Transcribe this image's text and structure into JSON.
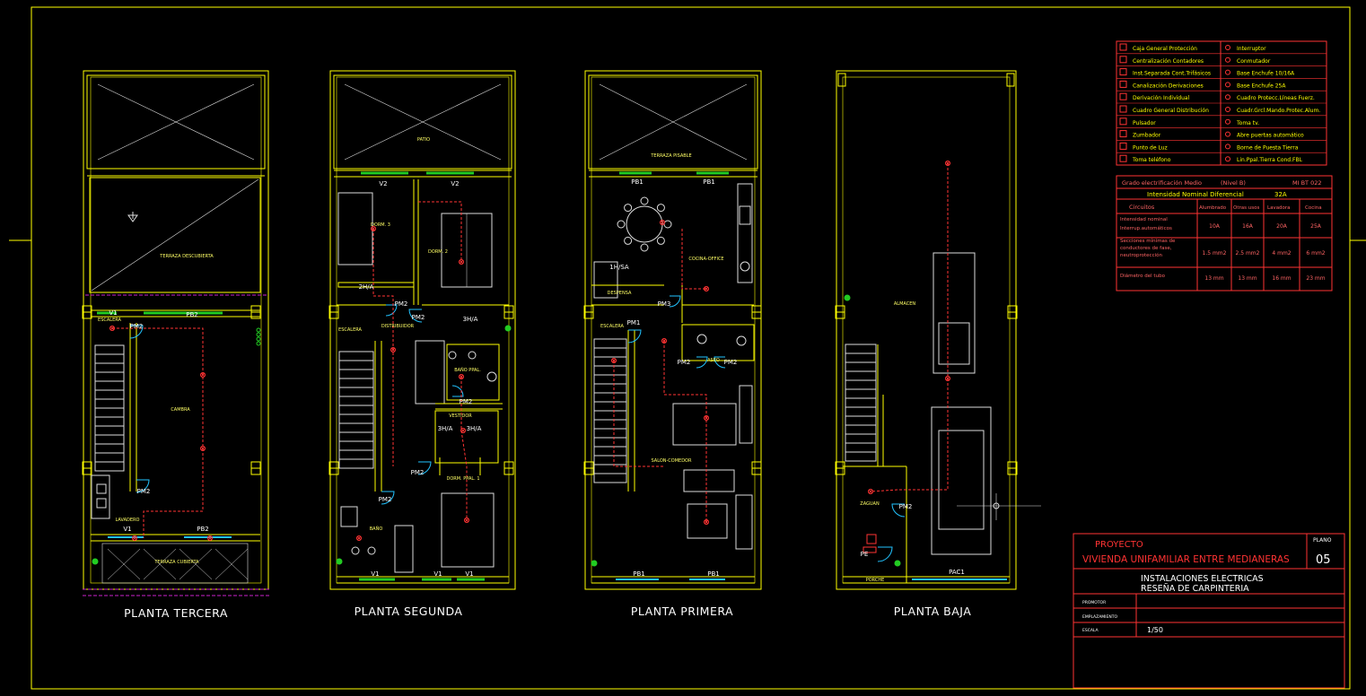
{
  "plan_titles": [
    "PLANTA TERCERA",
    "PLANTA SEGUNDA",
    "PLANTA PRIMERA",
    "PLANTA BAJA"
  ],
  "rooms": {
    "tercera": [
      "TERRAZA DESCUBIERTA",
      "ESCALERA",
      "CAMBRA",
      "LAVADERO",
      "TERRAZA CUBIERTA"
    ],
    "segunda": [
      "PATIO",
      "DORM. 3",
      "DORM. 2",
      "ESCALERA",
      "DISTRIBUIDOR",
      "BAÑO PPAL.",
      "VESTIDOR",
      "DORM. PPAL. 1",
      "BAÑO"
    ],
    "primera": [
      "TERRAZA PISABLE",
      "COCINA-OFFICE",
      "DESPENSA",
      "ESCALERA",
      "ASEO",
      "SALON-COMEDOR"
    ],
    "baja": [
      "ALMACEN",
      "ZAGUAN",
      "PORCHE"
    ]
  },
  "tags": {
    "tercera": [
      "V1",
      "PB2",
      "PM2",
      "PM2",
      "V1",
      "PB2"
    ],
    "segunda": [
      "V2",
      "V2",
      "2H/A",
      "PM2",
      "PM2",
      "3H/A",
      "PM2",
      "3H/A",
      "3H/A",
      "PM2",
      "PM2",
      "V1",
      "V1",
      "V1"
    ],
    "primera": [
      "PB1",
      "PB1",
      "1H/SA",
      "PM3",
      "PM1",
      "PM2",
      "PM2",
      "PB1",
      "PB1"
    ],
    "baja": [
      "PM2",
      "PE",
      "PAC1"
    ]
  },
  "legend": {
    "left": [
      "Caja General Protección",
      "Centralización Contadores",
      "Inst.Separada Cont.Trifásicos",
      "Canalización Derivaciones",
      "Derivación Individual",
      "Cuadro General Distribución",
      "Pulsador",
      "Zumbador",
      "Punto de Luz",
      "Toma teléfono"
    ],
    "right": [
      "Interruptor",
      "Conmutador",
      "Base Enchufe 10/16A",
      "Base Enchufe 25A",
      "Cuadro Protecc.Líneas Fuerz.",
      "Cuadr.Grcl.Mando.Protec.Alum.",
      "Toma tv.",
      "Abre puertas automático",
      "Borne de Puesta Tierra",
      "Lin.Ppal.Tierra Cond.FBL"
    ]
  },
  "elec_table": {
    "grade": "Grado electrificación Medio",
    "level": "(Nivel B)",
    "norm": "MI BT 022",
    "intensity_label": "Intensidad Nominal Diferencial",
    "intensity_value": "32A",
    "headers": [
      "Circuitos",
      "Alumbrado",
      "Otras usos",
      "Lavadora",
      "Cocina"
    ],
    "rows": [
      {
        "label": [
          "Intensidad nominal",
          "Interrup.automáticos"
        ],
        "values": [
          "10A",
          "16A",
          "20A",
          "25A"
        ]
      },
      {
        "label": [
          "Secciones mínimas de",
          "conductores de fase,",
          "neutroprotección"
        ],
        "values": [
          "1.5 mm2",
          "2.5 mm2",
          "4 mm2",
          "6 mm2"
        ]
      },
      {
        "label": [
          "Diámetro del tubo"
        ],
        "values": [
          "13 mm",
          "13 mm",
          "16 mm",
          "23 mm"
        ]
      }
    ]
  },
  "title_block": {
    "project_label": "PROYECTO",
    "project_name": "VIVIENDA UNIFAMILIAR ENTRE MEDIANERAS",
    "plan_label": "PLANO",
    "plan_number": "05",
    "subject_line1": "INSTALACIONES ELECTRICAS",
    "subject_line2": "RESEÑA DE CARPINTERIA",
    "field_labels": [
      "PROMOTOR",
      "EMPLAZAMIENTO",
      "ESCALA"
    ],
    "scale": "1/50"
  }
}
